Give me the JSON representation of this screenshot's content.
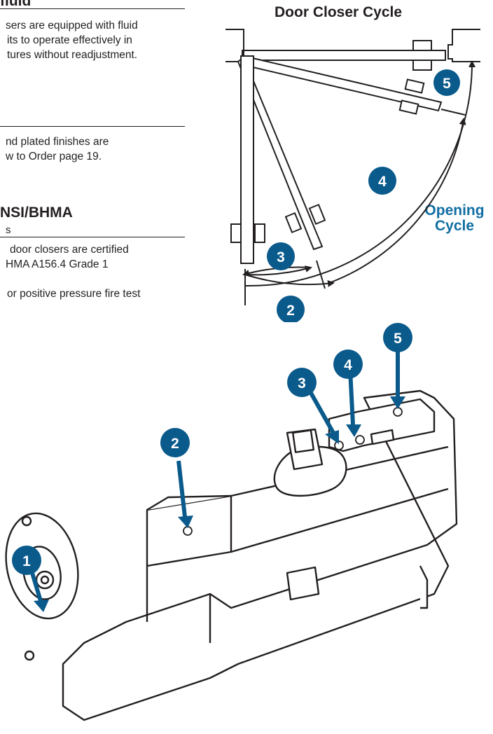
{
  "left_column": {
    "section1": {
      "heading_fragment": "fluid",
      "lines": [
        "sers are equipped with fluid",
        "its to operate effectively in",
        "tures without readjustment."
      ]
    },
    "section2": {
      "lines": [
        "nd plated finishes are",
        "w to Order page 19."
      ]
    },
    "section3": {
      "heading": "NSI/BHMA",
      "heading_sub": "s",
      "lines": [
        "door closers are certified",
        "HMA A156.4 Grade 1",
        "",
        "or positive pressure fire test"
      ]
    }
  },
  "diagram": {
    "title": "Door Closer Cycle",
    "opening_cycle_label": [
      "Opening",
      "Cycle"
    ],
    "cycle_badges": [
      "2",
      "3",
      "4",
      "5"
    ]
  },
  "closer_illustration": {
    "badges": [
      "1",
      "2",
      "3",
      "4",
      "5"
    ]
  },
  "colors": {
    "accent_blue": "#0f6ea3",
    "badge_blue": "#0a5a8c",
    "text": "#231f20"
  }
}
